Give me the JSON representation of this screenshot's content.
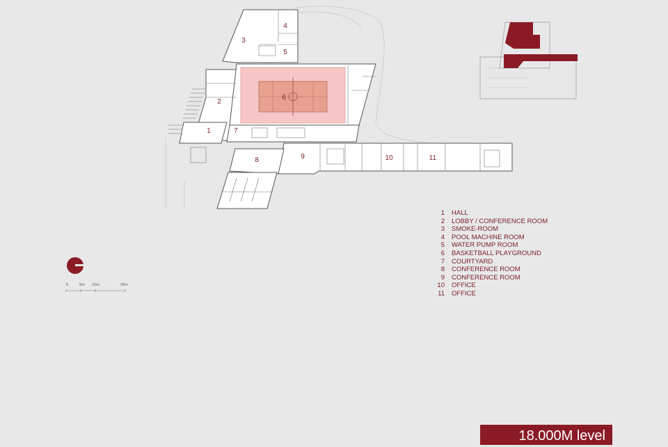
{
  "colors": {
    "accent": "#8a1b26",
    "court_fill": "#f7c6c6",
    "court_floor": "#e8a18f",
    "background": "#e8e8e8",
    "line": "#555555"
  },
  "room_numbers": [
    "1",
    "2",
    "3",
    "4",
    "5",
    "6",
    "7",
    "8",
    "9",
    "10",
    "11"
  ],
  "legend": [
    {
      "num": "1",
      "label": "HALL"
    },
    {
      "num": "2",
      "label": "LOBBY / CONFERENCE ROOM"
    },
    {
      "num": "3",
      "label": "SMOKE-ROOM"
    },
    {
      "num": "4",
      "label": "POOL MACHINE ROOM"
    },
    {
      "num": "5",
      "label": "WATER PUMP ROOM"
    },
    {
      "num": "6",
      "label": "BASKETBALL  PLAYGROUND"
    },
    {
      "num": "7",
      "label": "COURTYARD"
    },
    {
      "num": "8",
      "label": "CONFERENCE ROOM"
    },
    {
      "num": "9",
      "label": "CONFERENCE ROOM"
    },
    {
      "num": "10",
      "label": "OFFICE"
    },
    {
      "num": "11",
      "label": "OFFICE"
    }
  ],
  "scale_bar": {
    "labels": [
      "0",
      "5m",
      "10m",
      "20m"
    ]
  },
  "level_label": "18.000M level",
  "icons": {
    "north": "north-arrow-icon",
    "key_plan": "key-plan-icon"
  }
}
